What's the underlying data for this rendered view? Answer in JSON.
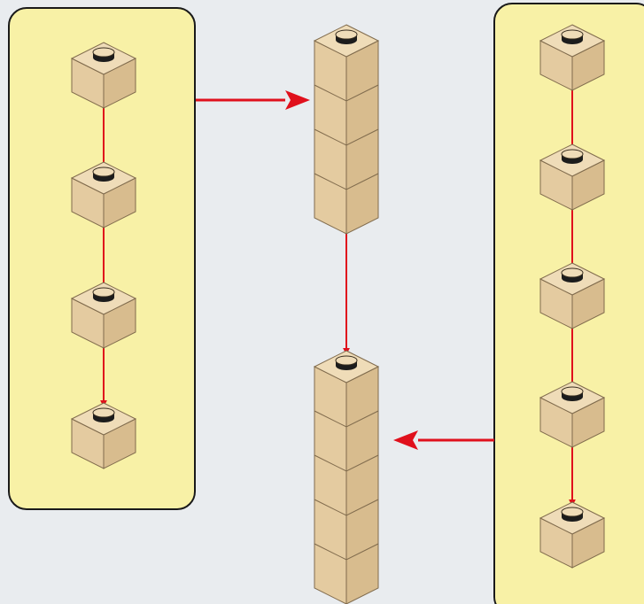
{
  "colors": {
    "background": "#e9ecef",
    "panel_fill": "#f8f1a6",
    "panel_stroke": "#1a1a1a",
    "brick_top": "#efdcb8",
    "brick_left": "#e4cba0",
    "brick_right": "#d8bc8e",
    "brick_edge": "#7f6a4c",
    "arrow": "#e0101c"
  },
  "panels": [
    {
      "id": "left-panel",
      "brick_count": 4
    },
    {
      "id": "right-panel",
      "brick_count": 5
    }
  ],
  "stacks": [
    {
      "id": "stack-of-four",
      "brick_count": 4
    },
    {
      "id": "stack-of-five",
      "brick_count": 5
    }
  ]
}
